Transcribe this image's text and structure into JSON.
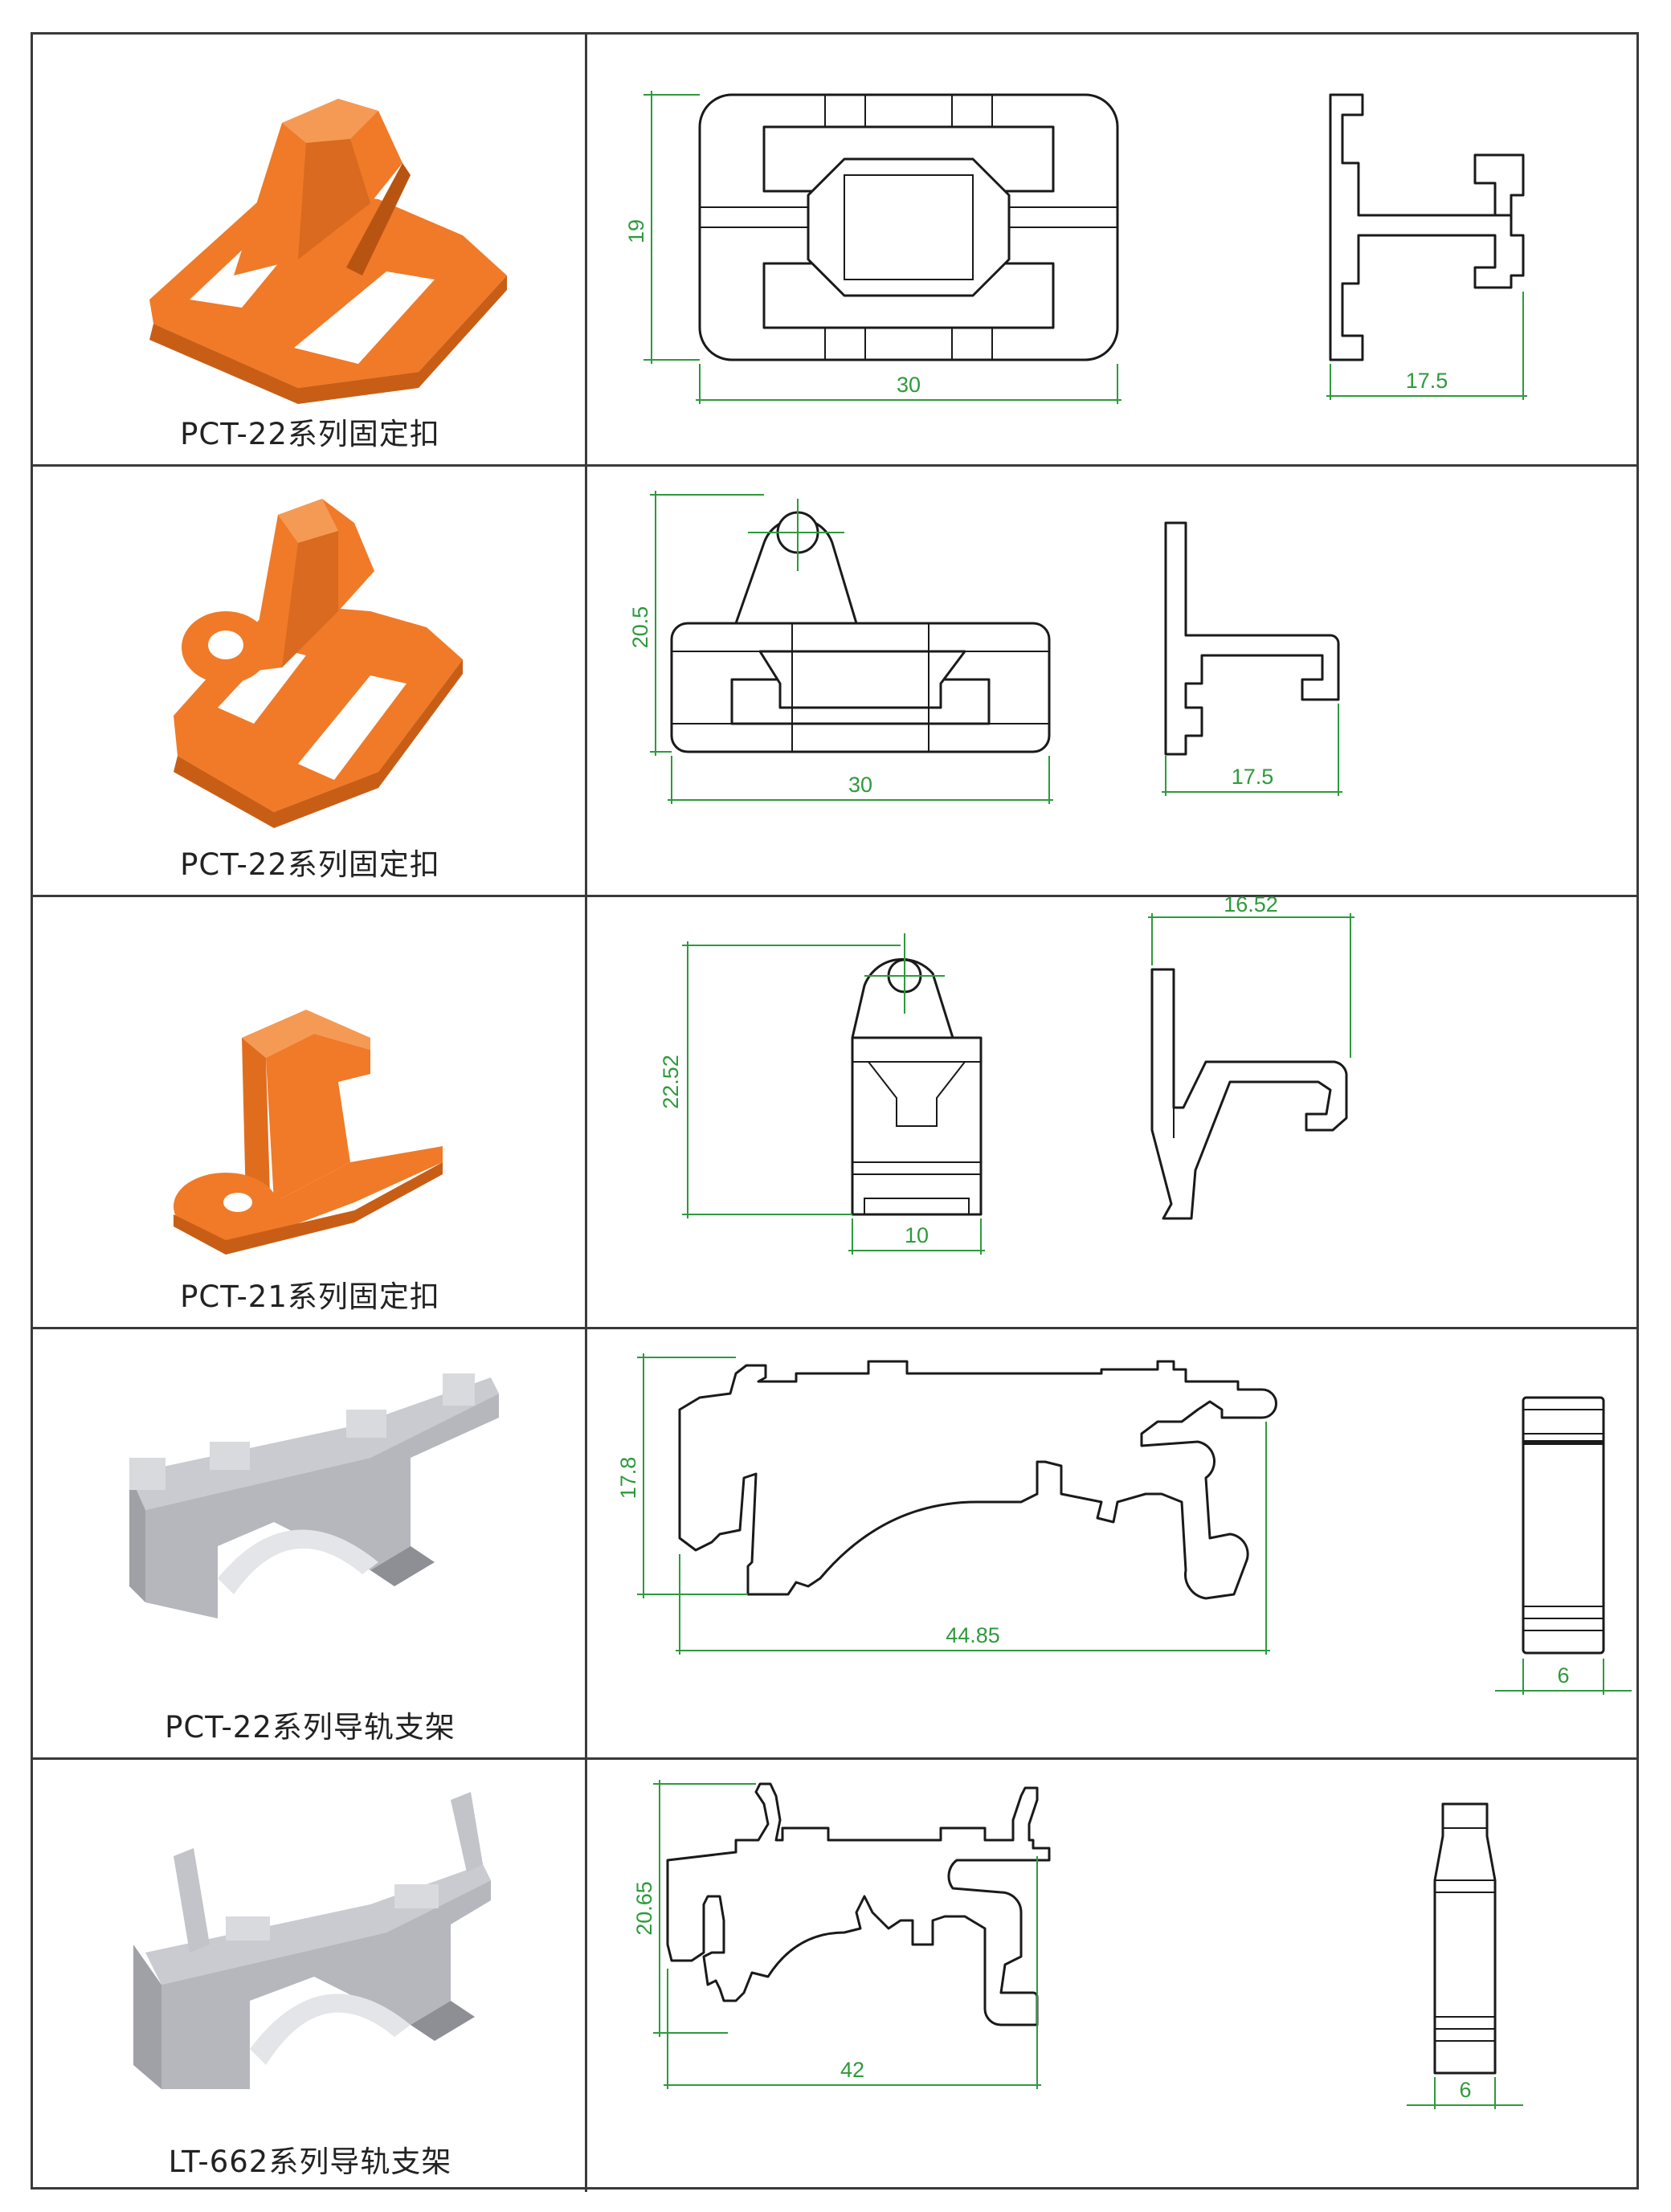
{
  "colors": {
    "orange_part": "#f07a28",
    "gray_part": "#b5b7bc",
    "dimension_green": "#2e9a3c",
    "line": "#1a1a1a"
  },
  "rows": [
    {
      "caption": "PCT-22系列固定扣",
      "image_color": "orange",
      "dims": {
        "height": "19",
        "width": "30",
        "side": "17.5"
      }
    },
    {
      "caption": "PCT-22系列固定扣",
      "image_color": "orange",
      "dims": {
        "height": "20.5",
        "width": "30",
        "side": "17.5"
      }
    },
    {
      "caption": "PCT-21系列固定扣",
      "image_color": "orange",
      "dims": {
        "height": "22.52",
        "width": "10",
        "side": "16.52"
      }
    },
    {
      "caption": "PCT-22系列导轨支架",
      "image_color": "gray",
      "dims": {
        "height": "17.8",
        "width": "44.85",
        "side": "6"
      }
    },
    {
      "caption": "LT-662系列导轨支架",
      "image_color": "gray",
      "dims": {
        "height": "20.65",
        "width": "42",
        "side": "6"
      }
    }
  ]
}
